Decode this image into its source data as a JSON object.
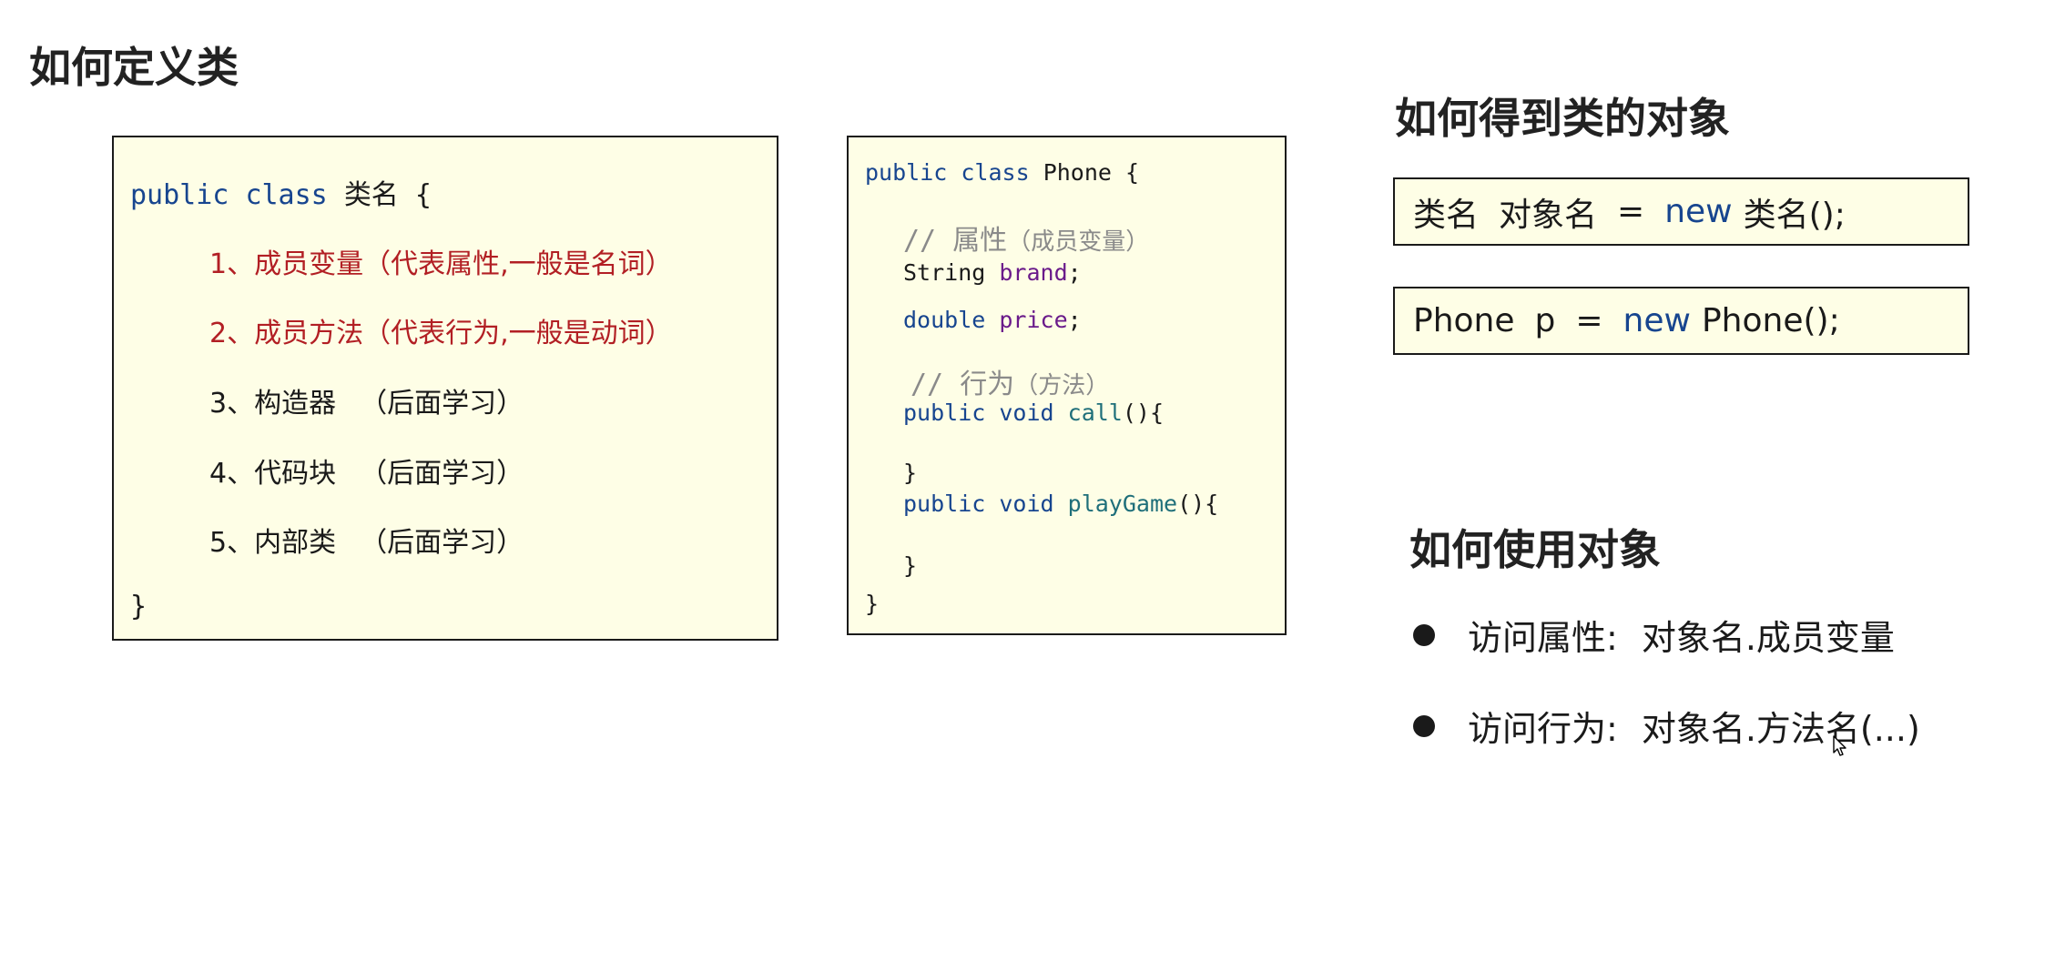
{
  "headings": {
    "define_class": "如何定义类",
    "get_object": "如何得到类的对象",
    "use_object": "如何使用对象"
  },
  "class_template": {
    "keyword_public": "public",
    "keyword_class": "class",
    "class_name": "类名",
    "open_brace": "{",
    "items": [
      {
        "number": "1、",
        "text": "成员变量（代表属性,一般是名词）"
      },
      {
        "number": "2、",
        "text": "成员方法（代表行为,一般是动词）"
      },
      {
        "number": "3、",
        "text": "构造器",
        "note": "（后面学习）"
      },
      {
        "number": "4、",
        "text": "代码块",
        "note": "（后面学习）"
      },
      {
        "number": "5、",
        "text": "内部类",
        "note": "（后面学习）"
      }
    ],
    "close_brace": "}"
  },
  "phone_example": {
    "keyword_public": "public",
    "keyword_class": "class",
    "class_name": "Phone",
    "open_brace": "{",
    "comment_attributes_slashes": "// ",
    "comment_attributes_word": "属性",
    "comment_attributes_note": "（成员变量）",
    "field_1_type": "String",
    "field_1_name": "brand",
    "field_2_type": "double",
    "field_2_name": "price",
    "semicolon": ";",
    "comment_behavior_slashes": "// ",
    "comment_behavior_word": "行为",
    "comment_behavior_note": "（方法）",
    "keyword_void": "void",
    "method_1_name": "call",
    "method_2_name": "playGame",
    "method_suffix": "(){",
    "close_brace": "}"
  },
  "statements": {
    "general": {
      "class_name": "类名",
      "object_name": "对象名",
      "equals": "=",
      "new_keyword": "new",
      "constructor": "类名();"
    },
    "example": {
      "class_name": "Phone",
      "object_name": "p",
      "equals": "=",
      "new_keyword": "new",
      "constructor": "Phone();"
    }
  },
  "usage": [
    {
      "label": "访问属性:",
      "value": "对象名.成员变量"
    },
    {
      "label": "访问行为:",
      "value": "对象名.方法名(...)"
    }
  ],
  "colors": {
    "keyword_blue": "#17458f",
    "highlight_red": "#b21f24",
    "identifier_purple": "#6a1a8a",
    "method_teal": "#1f6f7a",
    "comment_gray": "#8a8a8a",
    "code_box_background": "#fefee6"
  },
  "icons": {
    "cursor": "mouse-pointer-icon",
    "bullet": "bullet-dot"
  }
}
